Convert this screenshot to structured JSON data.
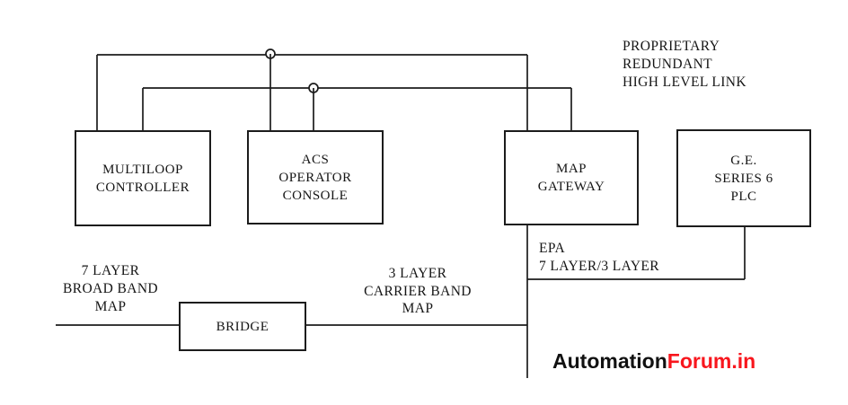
{
  "diagram": {
    "nodes": {
      "multiloop_controller": {
        "label": "MULTILOOP\nCONTROLLER"
      },
      "acs_operator_console": {
        "label": "ACS\nOPERATOR\nCONSOLE"
      },
      "map_gateway": {
        "label": "MAP\nGATEWAY"
      },
      "ge_series6_plc": {
        "label": "G.E.\nSERIES 6\nPLC"
      },
      "bridge": {
        "label": "BRIDGE"
      }
    },
    "annotations": {
      "link_type": "PROPRIETARY\nREDUNDANT\nHIGH LEVEL LINK",
      "left_bus": "7 LAYER\nBROAD BAND\nMAP",
      "middle_bus": "3 LAYER\nCARRIER BAND\nMAP",
      "epa": "EPA\n7 LAYER/3 LAYER"
    },
    "watermark": {
      "prefix": "Automation",
      "suffix": "Forum.in"
    },
    "colors": {
      "line": "#1c1c1c",
      "text": "#151515",
      "watermark_prefix": "#111111",
      "watermark_suffix": "#f8161d",
      "background": "#ffffff"
    }
  }
}
